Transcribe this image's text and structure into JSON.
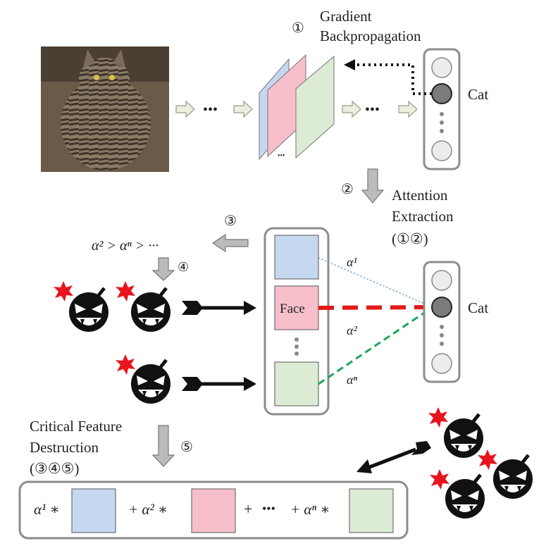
{
  "step1": {
    "marker": "①",
    "line1": "Gradient",
    "line2": "Backpropagation"
  },
  "step2": {
    "marker": "②",
    "line1": "Attention",
    "line2": "Extraction",
    "line3": "(①②)"
  },
  "step3": {
    "marker": "③"
  },
  "step4": {
    "marker": "④"
  },
  "step5": {
    "marker": "⑤",
    "line1": "Critical Feature",
    "line2": "Destruction",
    "line3": "(③④⑤)"
  },
  "top_class_label": "Cat",
  "mid_class_label": "Cat",
  "face_label": "Face",
  "ordering": "α² > αⁿ > ···",
  "ellipsis": "•••",
  "small_ellipsis": "•••",
  "alpha_labels": {
    "a1": "α¹",
    "a2": "α²",
    "an": "αⁿ"
  },
  "formula": {
    "term1": "α¹ ∗",
    "term2": "+ α² ∗",
    "plus": "+",
    "dots": "•••",
    "termn": "+ αⁿ ∗"
  },
  "colors": {
    "blue_feature": "#c5d8f0",
    "pink_feature": "#f6bfc9",
    "green_feature": "#dcebd4",
    "box_outline": "#8c8c8c",
    "neuron_fill": "#ececec",
    "neuron_active": "#7b7b7b",
    "red_dash": "#e21a1a",
    "green_dash": "#1aa65a",
    "blue_dot": "#3d8ed9",
    "arrow_fill": "#eeeede",
    "gray_arrow": "#bbbbbb",
    "attacker_star": "#e8141e"
  }
}
